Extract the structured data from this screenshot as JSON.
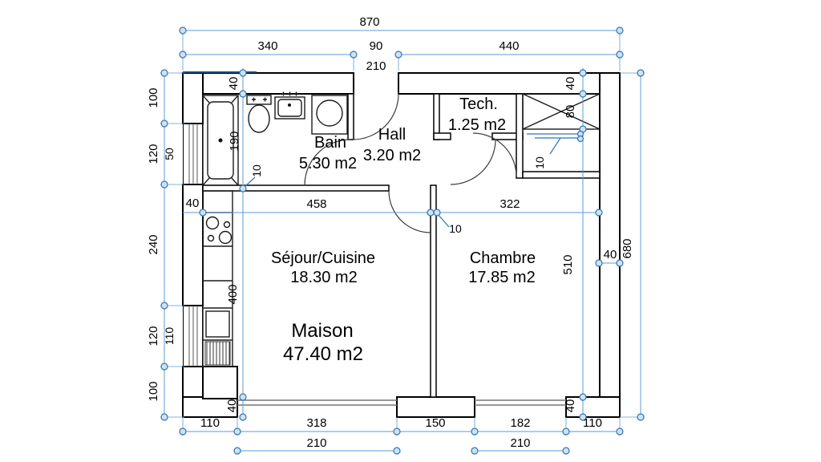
{
  "title": {
    "name": "Maison",
    "area": "47.40 m2"
  },
  "rooms": {
    "sejour": {
      "name": "Séjour/Cuisine",
      "area": "18.30 m2"
    },
    "chambre": {
      "name": "Chambre",
      "area": "17.85 m2"
    },
    "bain": {
      "name": "Bain",
      "area": "5.30 m2"
    },
    "hall": {
      "name": "Hall",
      "area": "3.20 m2"
    },
    "tech": {
      "name": "Tech.",
      "area": "1.25 m2"
    }
  },
  "dims": {
    "d870": "870",
    "d340": "340",
    "d90": "90",
    "d440": "440",
    "d210": "210",
    "d100": "100",
    "d120": "120",
    "d50": "50",
    "d240": "240",
    "d110": "110",
    "d400": "400",
    "d190": "190",
    "d10": "10",
    "d40": "40",
    "d458": "458",
    "d322": "322",
    "d680": "680",
    "d80": "80",
    "d510": "510",
    "d318": "318",
    "d150": "150",
    "d182": "182"
  },
  "colors": {
    "dim_line": "#5b9bd5",
    "dim_marker_stroke": "#2e75b6",
    "dim_marker_fill": "#cfe2f3",
    "wall_stroke": "#000000",
    "accent_navy": "#1f4e79"
  }
}
